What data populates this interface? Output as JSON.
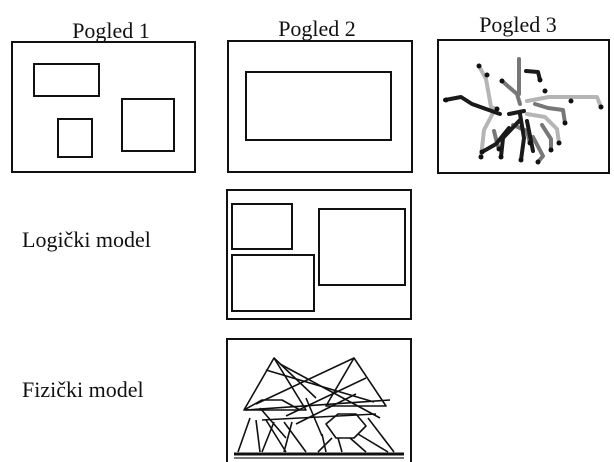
{
  "views": {
    "view1": {
      "title": "Pogled 1"
    },
    "view2": {
      "title": "Pogled 2"
    },
    "view3": {
      "title": "Pogled 3"
    }
  },
  "models": {
    "logical": {
      "label": "Logički model"
    },
    "physical": {
      "label": "Fizički model"
    }
  },
  "colors": {
    "stroke": "#111111",
    "background": "#ffffff",
    "network_dark": "#1a1a1a",
    "network_mid": "#666666",
    "network_light": "#b5b5b5"
  }
}
